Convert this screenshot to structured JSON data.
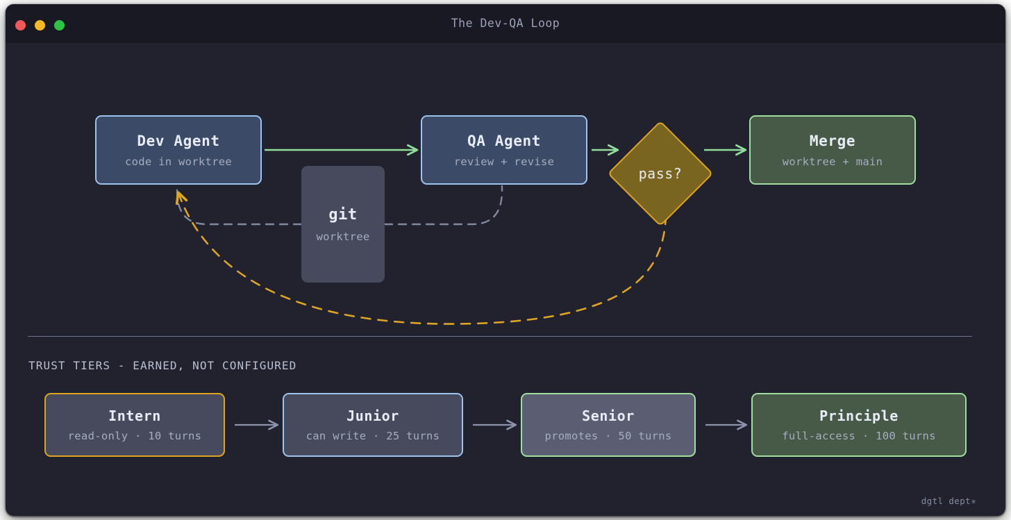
{
  "window": {
    "title": "The Dev-QA Loop",
    "traffic_lights": [
      {
        "name": "close",
        "color": "#f2585b"
      },
      {
        "name": "minimize",
        "color": "#f7b924"
      },
      {
        "name": "zoom",
        "color": "#2bc443"
      }
    ]
  },
  "flow": {
    "nodes": [
      {
        "id": "dev",
        "title": "Dev Agent",
        "subtitle": "code in worktree",
        "fill": "#3b4a66",
        "border": "#9cc4ec"
      },
      {
        "id": "qa",
        "title": "QA Agent",
        "subtitle": "review + revise",
        "fill": "#3b4a66",
        "border": "#9cc4ec"
      },
      {
        "id": "pass",
        "title": "pass?",
        "subtitle": "",
        "fill": "#7a6520",
        "border": "#dda521"
      },
      {
        "id": "merge",
        "title": "Merge",
        "subtitle": "worktree + main",
        "fill": "#475a47",
        "border": "#9ede9e"
      },
      {
        "id": "git",
        "title": "git",
        "subtitle": "worktree",
        "fill": "#474a5c",
        "border": "none"
      }
    ],
    "edges": [
      {
        "from": "dev",
        "to": "qa",
        "style": "solid",
        "color": "#8fdd9a",
        "label": ""
      },
      {
        "from": "qa",
        "to": "pass",
        "style": "solid",
        "color": "#8fdd9a",
        "label": ""
      },
      {
        "from": "pass",
        "to": "merge",
        "style": "solid",
        "color": "#8fdd9a",
        "label": ""
      },
      {
        "from": "dev",
        "to": "git",
        "style": "dashed",
        "color": "#8089a0",
        "label": ""
      },
      {
        "from": "git",
        "to": "qa",
        "style": "dashed",
        "color": "#8089a0",
        "label": ""
      },
      {
        "from": "pass",
        "to": "dev",
        "style": "dashed",
        "color": "#dda521",
        "label": ""
      }
    ]
  },
  "tiers_section": {
    "heading": "TRUST TIERS - EARNED, NOT CONFIGURED",
    "arrow_color": "#8b93ad",
    "tiers": [
      {
        "title": "Intern",
        "subtitle": "read-only · 10 turns",
        "fill": "#474a5c",
        "border": "#dda521"
      },
      {
        "title": "Junior",
        "subtitle": "can write · 25 turns",
        "fill": "#474a5c",
        "border": "#9cc4ec"
      },
      {
        "title": "Senior",
        "subtitle": "promotes · 50 turns",
        "fill": "#5b5e73",
        "border": "#9ede9e"
      },
      {
        "title": "Principle",
        "subtitle": "full-access · 100 turns",
        "fill": "#475a47",
        "border": "#9ede9e"
      }
    ]
  },
  "watermark": "dgtl dept✳"
}
